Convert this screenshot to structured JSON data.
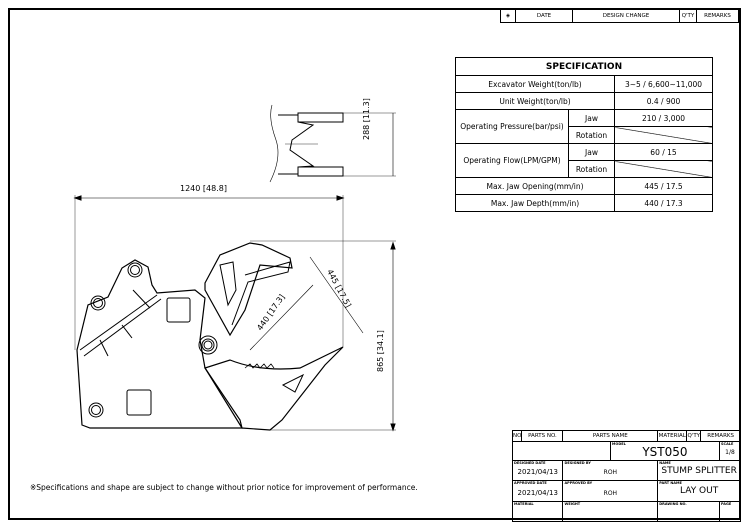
{
  "revision_table": {
    "symbol": "rev-diamond",
    "date": "DATE",
    "design_change": "DESIGN CHANGE",
    "qty": "Q'TY",
    "remarks": "REMARKS"
  },
  "spec": {
    "title": "SPECIFICATION",
    "rows": [
      {
        "label": "Excavator Weight(ton/lb)",
        "value": "3~5 / 6,600~11,000"
      },
      {
        "label": "Unit Weight(ton/lb)",
        "value": "0.4 / 900"
      },
      {
        "label": "Operating Pressure(bar/psi)",
        "sub": [
          "Jaw",
          "Rotation"
        ],
        "value": "210 / 3,000"
      },
      {
        "label": "Operating Flow(LPM/GPM)",
        "sub": [
          "Jaw",
          "Rotation"
        ],
        "value": "60 / 15"
      },
      {
        "label": "Max. Jaw Opening(mm/in)",
        "value": "445 / 17.5"
      },
      {
        "label": "Max. Jaw Depth(mm/in)",
        "value": "440 / 17.3"
      }
    ]
  },
  "dimensions": {
    "width": "1240 [48.8]",
    "height": "865 [34.1]",
    "top_width": "288 [11.3]",
    "jaw_opening": "445 [17.5]",
    "jaw_depth": "440 [17.3]"
  },
  "note": "※Specifications and shape are subject to change without prior notice for improvement of performance.",
  "title_block": {
    "headers": [
      "NO",
      "PARTS NO.",
      "PARTS NAME",
      "MATERIAL",
      "Q'TY",
      "REMARKS"
    ],
    "model_label": "MODEL",
    "model": "YST050",
    "scale_label": "SCALE",
    "scale": "1/8",
    "designed_date_label": "DESIGNED DATE",
    "designed_date": "2021/04/13",
    "designed_by_label": "DESIGNED BY",
    "designed_by": "ROH",
    "name_label": "NAME",
    "name": "STUMP SPLITTER",
    "approved_date_label": "APPROVED DATE",
    "approved_date": "2021/04/13",
    "approved_by_label": "APPROVED BY",
    "approved_by": "ROH",
    "part_name_label": "PART NAME",
    "part_name": "LAY OUT",
    "material_label": "MATERIAL",
    "weight_label": "WEIGHT",
    "drawing_no_label": "DRAWING NO.",
    "page_label": "PAGE"
  }
}
